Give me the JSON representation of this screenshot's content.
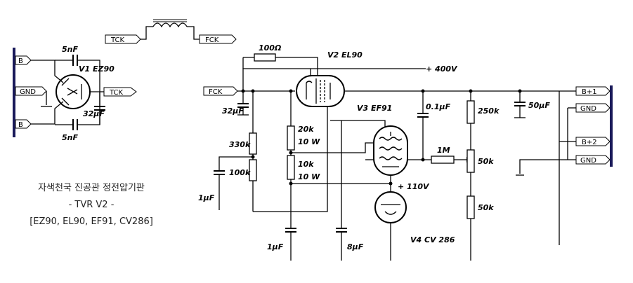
{
  "connectors": {
    "tck": "TCK",
    "fck": "FCK",
    "b": "B",
    "gnd": "GND",
    "b_plus_1": "B+1",
    "b_plus_2": "B+2"
  },
  "tubes": {
    "v1": "V1 EZ90",
    "v2": "V2 EL90",
    "v3": "V3 EF91",
    "v4": "V4 CV 286"
  },
  "components": {
    "c_5nf": "5nF",
    "c_32uf": "32μF",
    "r_100ohm": "100Ω",
    "r_330k": "330k",
    "r_100k": "100k",
    "r_20k": "20k",
    "r_20k_w": "10 W",
    "r_10k": "10k",
    "r_10k_w": "10 W",
    "c_1uf": "1μF",
    "c_8uf": "8μF",
    "c_01uf": "0.1μF",
    "r_1m": "1M",
    "r_250k": "250k",
    "r_50k": "50k",
    "c_50uf": "50μF"
  },
  "voltages": {
    "v400": "+ 400V",
    "v110": "+ 110V"
  },
  "caption": {
    "line1": "자색천국 진공관 정전압기판",
    "line2": "- TVR V2 -",
    "line3": "[EZ90, EL90, EF91, CV286]"
  }
}
